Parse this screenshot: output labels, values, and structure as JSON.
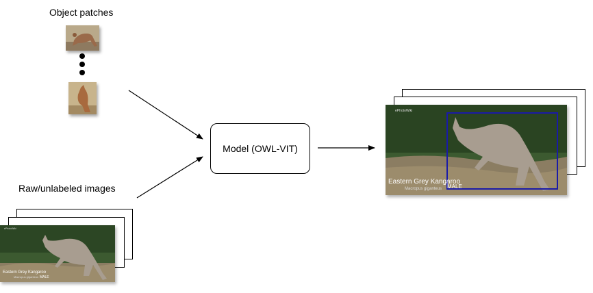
{
  "labels": {
    "object_patches": "Object patches",
    "raw_images": "Raw/unlabeled images",
    "model": "Model (OWL-VIT)"
  },
  "photo_caption": {
    "title": "Eastern Grey Kangaroo",
    "latin": "Macropus giganteus",
    "sex": "MALE",
    "logo": "ePhotoWiki"
  },
  "colors": {
    "bbox": "#1a1aa8",
    "arrow": "#000000",
    "grass": "#8a7a5a",
    "trees": "#2f4a24",
    "kangaroo": "#a89d90"
  }
}
